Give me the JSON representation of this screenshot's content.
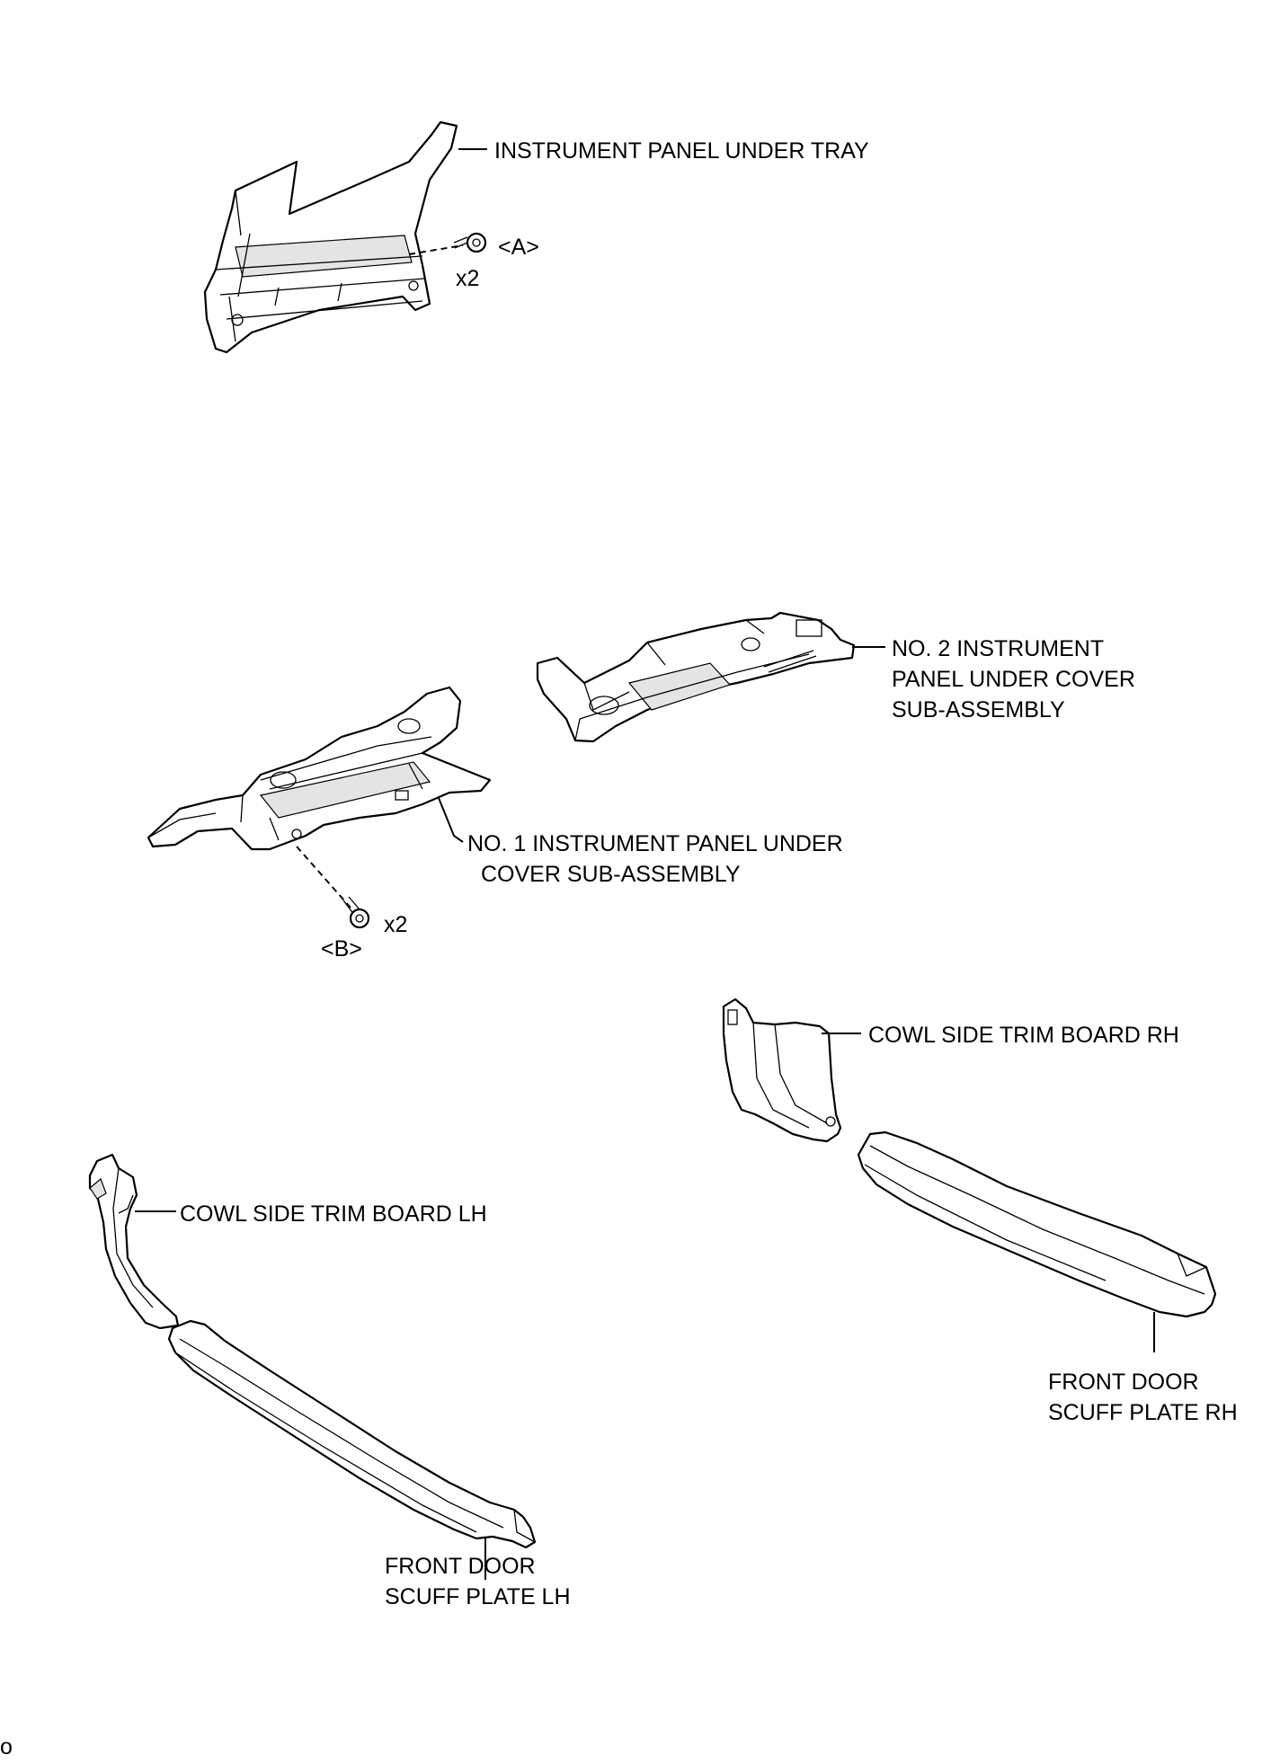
{
  "labels": {
    "tray": "INSTRUMENT PANEL UNDER TRAY",
    "bolt_a": "<A>",
    "bolt_a_qty": "x2",
    "cover2_l1": "NO. 2 INSTRUMENT",
    "cover2_l2": "PANEL UNDER COVER",
    "cover2_l3": "SUB-ASSEMBLY",
    "cover1_l1": "NO. 1 INSTRUMENT PANEL UNDER",
    "cover1_l2": "COVER SUB-ASSEMBLY",
    "bolt_b_qty": "x2",
    "bolt_b": "<B>",
    "cowl_rh": "COWL SIDE TRIM BOARD RH",
    "cowl_lh": "COWL SIDE TRIM BOARD LH",
    "scuff_rh_l1": "FRONT DOOR",
    "scuff_rh_l2": "SCUFF PLATE RH",
    "scuff_lh_l1": "FRONT DOOR",
    "scuff_lh_l2": "SCUFF PLATE LH",
    "corner_mark": "o"
  }
}
